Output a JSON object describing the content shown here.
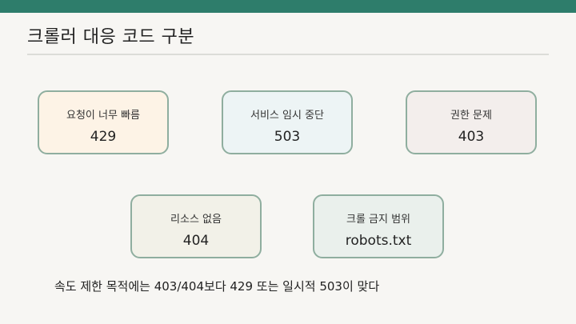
{
  "title": "크롤러 대응 코드 구분",
  "colors": {
    "accent_bar": "#2e7d6b",
    "card_border": "#8fae9f",
    "background": "#f7f6f3"
  },
  "cards": [
    {
      "label": "요청이 너무 빠름",
      "value": "429",
      "background": "#fdf3e6"
    },
    {
      "label": "서비스 임시 중단",
      "value": "503",
      "background": "#edf4f5"
    },
    {
      "label": "권한 문제",
      "value": "403",
      "background": "#f3eeec"
    },
    {
      "label": "리소스 없음",
      "value": "404",
      "background": "#f2f1e8"
    },
    {
      "label": "크롤 금지 범위",
      "value": "robots.txt",
      "background": "#eaf0ec"
    }
  ],
  "note": "속도 제한 목적에는 403/404보다 429 또는 일시적 503이 맞다"
}
